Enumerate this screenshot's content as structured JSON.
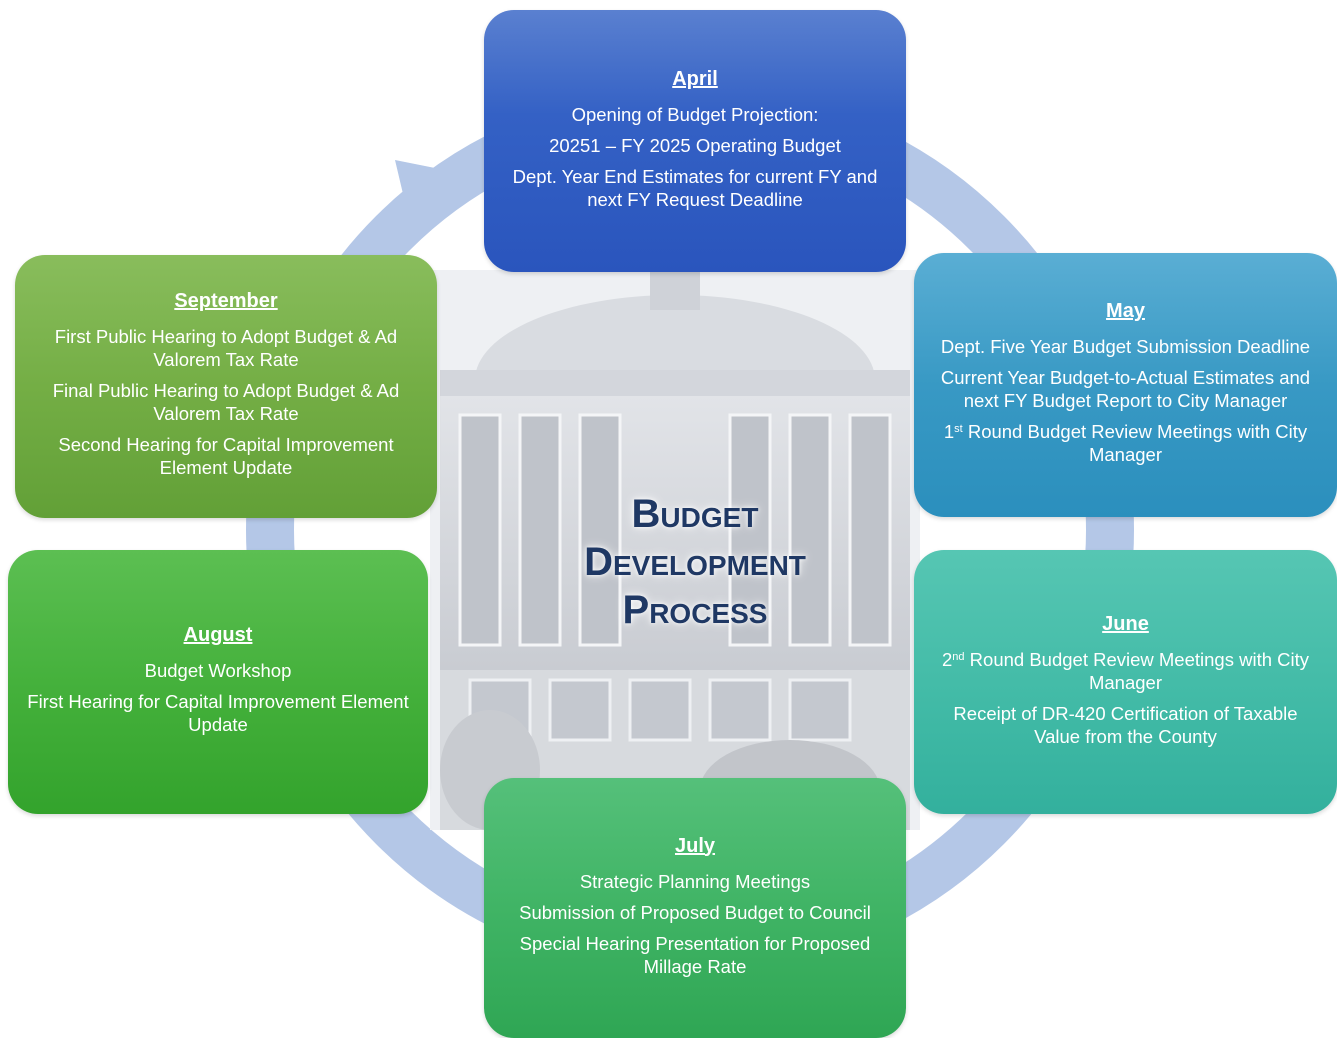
{
  "title": {
    "line1": "Budget",
    "line2": "Development",
    "line3": "Process"
  },
  "colors": {
    "ring": "#b4c7e7",
    "title": "#1f3864",
    "april": "#3461c5",
    "may": "#3899c4",
    "june": "#44bca8",
    "july": "#40b465",
    "august": "#45b13c",
    "september": "#74ae45"
  },
  "phases": {
    "april": {
      "month": "April",
      "items": [
        "Opening of Budget Projection:",
        "20251 – FY 2025 Operating Budget",
        "Dept. Year End Estimates for current FY and next FY Request Deadline"
      ]
    },
    "may": {
      "month": "May",
      "items": [
        "Dept. Five Year Budget Submission Deadline",
        "Current Year Budget-to-Actual Estimates and next FY Budget Report to City Manager"
      ],
      "item3_sup": "st",
      "item3_pre": "1",
      "item3_rest": " Round Budget Review Meetings with City Manager"
    },
    "june": {
      "month": "June",
      "item1_pre": "2",
      "item1_sup": "nd",
      "item1_rest": " Round Budget Review Meetings with City Manager",
      "items": [
        "Receipt of DR-420 Certification of Taxable Value from the County"
      ]
    },
    "july": {
      "month": "July",
      "items": [
        "Strategic Planning Meetings",
        "Submission of Proposed Budget to Council",
        "Special Hearing Presentation for Proposed Millage Rate"
      ]
    },
    "august": {
      "month": "August",
      "items": [
        "Budget Workshop",
        "First Hearing for Capital Improvement Element Update"
      ]
    },
    "september": {
      "month": "September",
      "items": [
        "First Public Hearing to Adopt Budget & Ad Valorem Tax Rate",
        "Final Public Hearing to Adopt Budget & Ad Valorem Tax Rate",
        "Second Hearing for Capital Improvement Element Update"
      ]
    }
  }
}
